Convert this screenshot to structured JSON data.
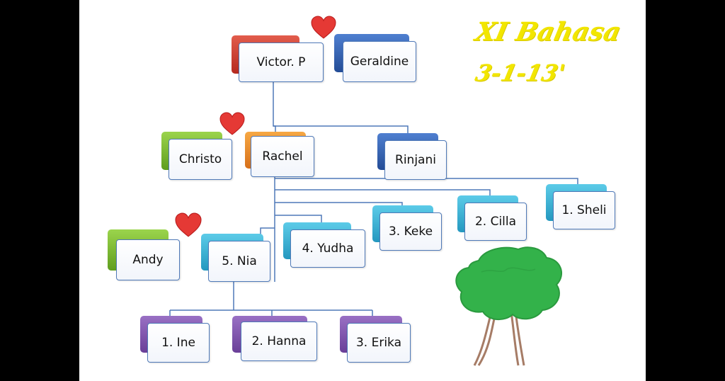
{
  "title_lines": [
    "XI Bahasa",
    "3-1-13'"
  ],
  "colors": {
    "red": "#c0392b",
    "blue": "#2f5fa8",
    "green": "#7cbf2a",
    "orange": "#ef8a1e",
    "cyan": "#32b2d6",
    "purple": "#7b4ea6",
    "heart": "#e53935",
    "tree_leaves": "#33b24a",
    "tree_trunk": "#a67c66"
  },
  "people": {
    "victor": {
      "name": "Victor. P"
    },
    "geraldine": {
      "name": "Geraldine"
    },
    "christo": {
      "name": "Christo"
    },
    "rachel": {
      "name": "Rachel"
    },
    "rinjani": {
      "name": "Rinjani"
    },
    "andy": {
      "name": "Andy"
    },
    "nia": {
      "name": "5. Nia"
    },
    "yudha": {
      "name": "4. Yudha"
    },
    "keke": {
      "name": "3. Keke"
    },
    "cilla": {
      "name": "2. Cilla"
    },
    "sheli": {
      "name": "1. Sheli"
    },
    "ine": {
      "name": "1. Ine"
    },
    "hanna": {
      "name": "2. Hanna"
    },
    "erika": {
      "name": "3. Erika"
    }
  },
  "icons": [
    "heart-icon",
    "tree-icon"
  ]
}
